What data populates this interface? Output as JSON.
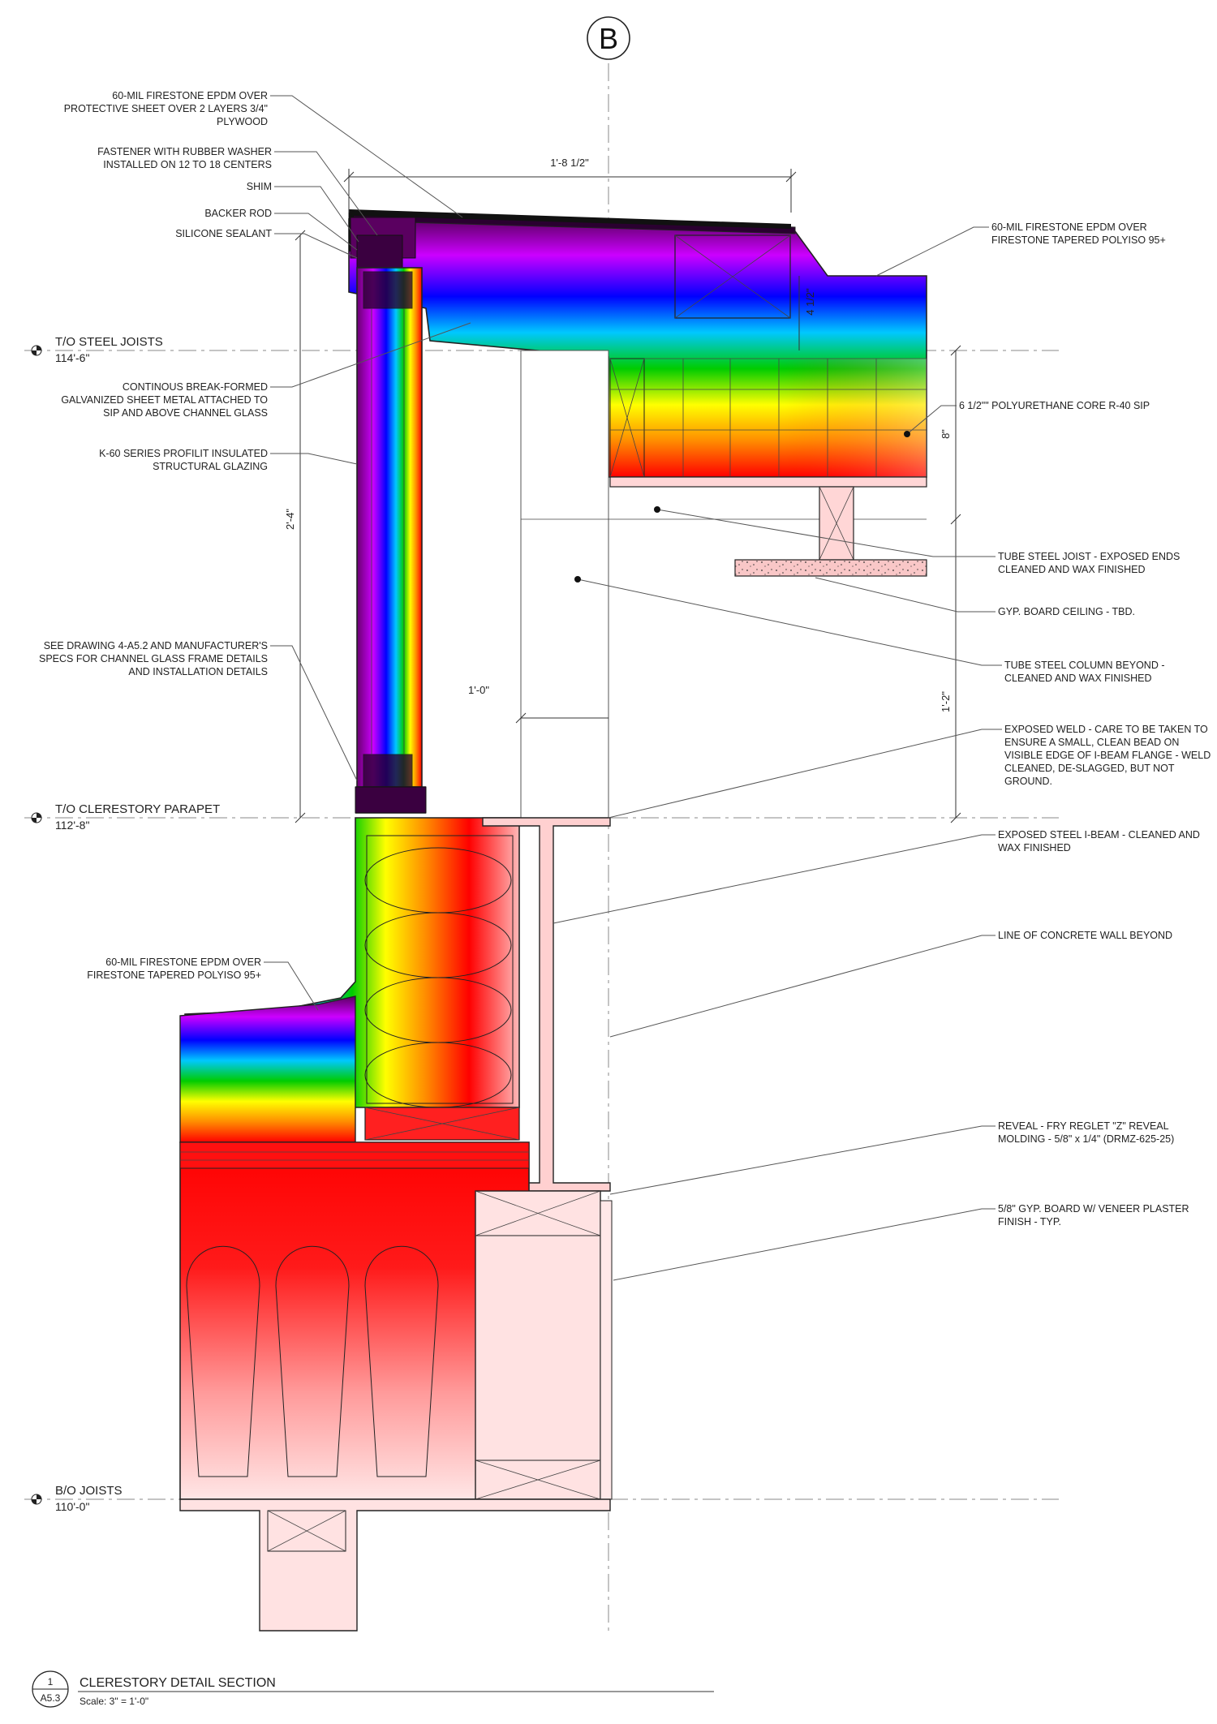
{
  "grid_bubble": "B",
  "levels": [
    {
      "name": "T/O STEEL JOISTS",
      "elevation": "114'-6\""
    },
    {
      "name": "T/O CLERESTORY PARAPET",
      "elevation": "112'-8\""
    },
    {
      "name": "B/O JOISTS",
      "elevation": "110'-0\""
    }
  ],
  "dimensions": {
    "overall_width": "1'-8 1/2\"",
    "curb_height": "4 1/2\"",
    "sip_depth": "8\"",
    "glazing_height": "2'-4\"",
    "inner_width": "1'-0\"",
    "column_height": "1'-2\""
  },
  "notes_left": [
    [
      "60-MIL FIRESTONE EPDM OVER",
      "PROTECTIVE SHEET OVER 2 LAYERS 3/4\"",
      "PLYWOOD"
    ],
    [
      "FASTENER WITH RUBBER WASHER",
      "INSTALLED ON 12 TO 18 CENTERS"
    ],
    [
      "SHIM"
    ],
    [
      "BACKER ROD"
    ],
    [
      "SILICONE SEALANT"
    ],
    [
      "CONTINOUS BREAK-FORMED",
      "GALVANIZED SHEET METAL ATTACHED TO",
      "SIP AND ABOVE CHANNEL GLASS"
    ],
    [
      "K-60 SERIES PROFILIT INSULATED",
      "STRUCTURAL GLAZING"
    ],
    [
      "SEE DRAWING 4-A5.2 AND MANUFACTURER'S",
      "SPECS FOR CHANNEL GLASS FRAME DETAILS",
      "AND INSTALLATION DETAILS"
    ],
    [
      "60-MIL FIRESTONE EPDM OVER",
      "FIRESTONE TAPERED POLYISO 95+"
    ]
  ],
  "notes_right": [
    [
      "60-MIL FIRESTONE EPDM OVER",
      "FIRESTONE TAPERED POLYISO 95+"
    ],
    [
      "6 1/2\"\" POLYURETHANE CORE R-40 SIP"
    ],
    [
      "TUBE STEEL JOIST - EXPOSED ENDS",
      "CLEANED AND WAX FINISHED"
    ],
    [
      "GYP. BOARD CEILING - TBD."
    ],
    [
      "TUBE STEEL COLUMN BEYOND -",
      "CLEANED AND WAX FINISHED"
    ],
    [
      "EXPOSED WELD - CARE TO BE TAKEN TO",
      "ENSURE A SMALL, CLEAN BEAD ON",
      "VISIBLE EDGE OF I-BEAM FLANGE - WELD",
      "CLEANED, DE-SLAGGED, BUT NOT",
      "GROUND."
    ],
    [
      "EXPOSED STEEL I-BEAM - CLEANED AND",
      "WAX FINISHED"
    ],
    [
      "LINE OF CONCRETE WALL BEYOND"
    ],
    [
      "REVEAL - FRY REGLET \"Z\" REVEAL",
      "MOLDING - 5/8\" x 1/4\" (DRMZ-625-25)"
    ],
    [
      "5/8\" GYP. BOARD W/ VENEER PLASTER",
      "FINISH - TYP."
    ]
  ],
  "title_block": {
    "detail_number": "1",
    "sheet_number": "A5.3",
    "title": "CLERESTORY DETAIL SECTION",
    "scale": "Scale: 3\" = 1'-0\""
  },
  "colors": {
    "cold": "#7a0080",
    "hot": "#ff0000",
    "spectrum": [
      "#ff0000",
      "#ff8c00",
      "#ffff00",
      "#00cc00",
      "#00c8ff",
      "#0000ff",
      "#cc00ff",
      "#5a0060"
    ]
  }
}
